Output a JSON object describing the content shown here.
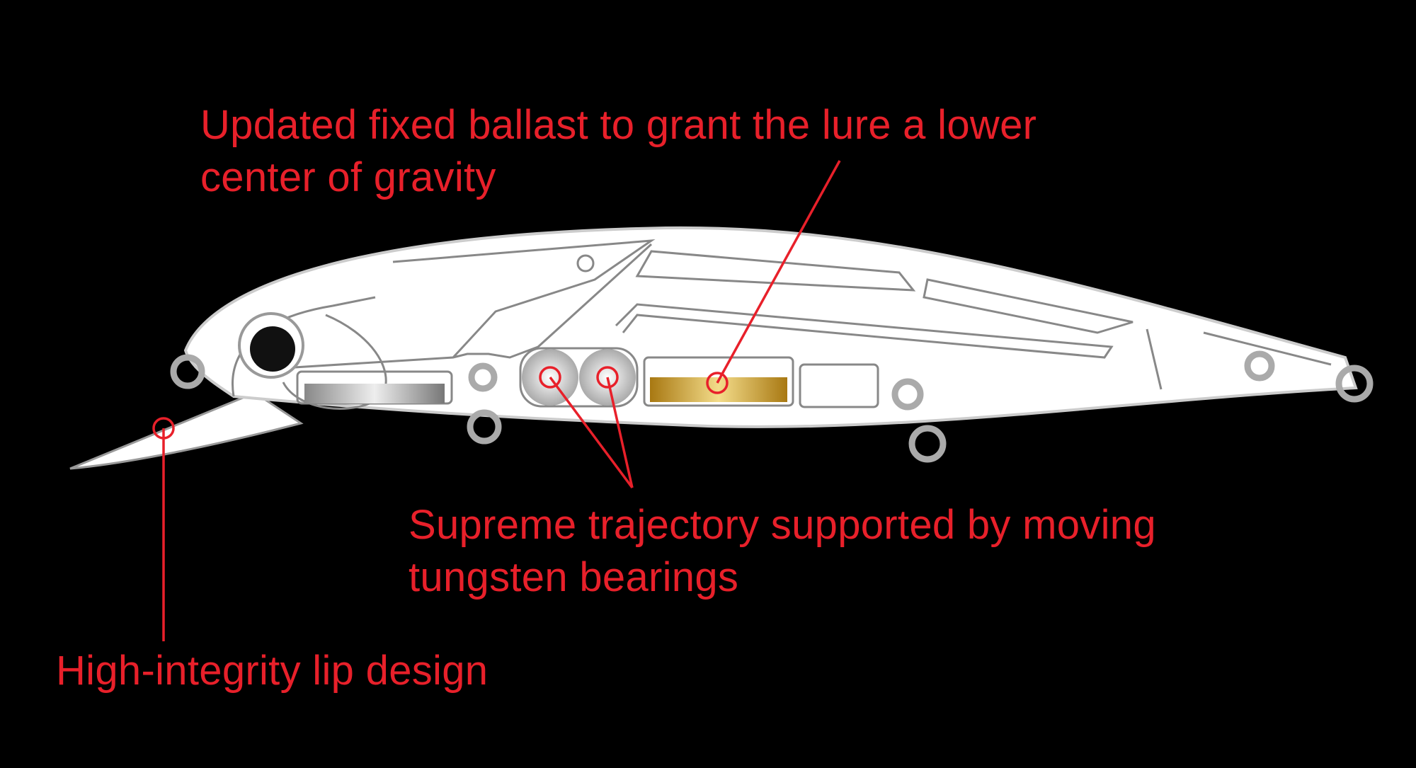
{
  "colors": {
    "background": "#000000",
    "callout": "#e8202a",
    "body": "#ffffff",
    "ballast": "#c9961e",
    "outline": "#8a8a8a"
  },
  "callouts": {
    "ballast": {
      "line1": "Updated fixed ballast to grant the lure a lower",
      "line2": "center of gravity"
    },
    "bearings": {
      "line1": "Supreme trajectory supported by moving",
      "line2": "tungsten bearings"
    },
    "lip": {
      "line1": "High-integrity lip design"
    }
  }
}
